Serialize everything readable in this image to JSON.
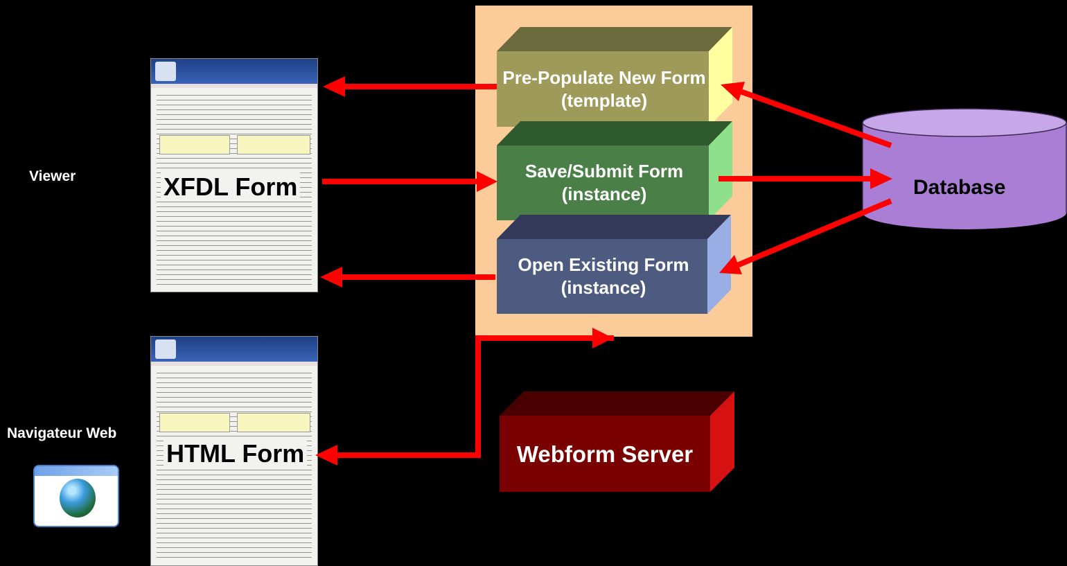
{
  "labels": {
    "viewer": "Viewer",
    "browser": "Navigateur Web"
  },
  "forms": {
    "xfdl": "XFDL Form",
    "html": "HTML Form"
  },
  "processes": {
    "prepopulate": "Pre-Populate New Form (template)",
    "save": "Save/Submit Form (instance)",
    "open": "Open Existing Form (instance)"
  },
  "server": "Webform Server",
  "database": "Database",
  "colors": {
    "background": "#000000",
    "panel": "#fccb9a",
    "arrow": "#ff0000",
    "prepopulate": "#9e9a5a",
    "save": "#4a8047",
    "open": "#4e5b80",
    "server": "#7a0000",
    "database": "#a97ed4"
  }
}
